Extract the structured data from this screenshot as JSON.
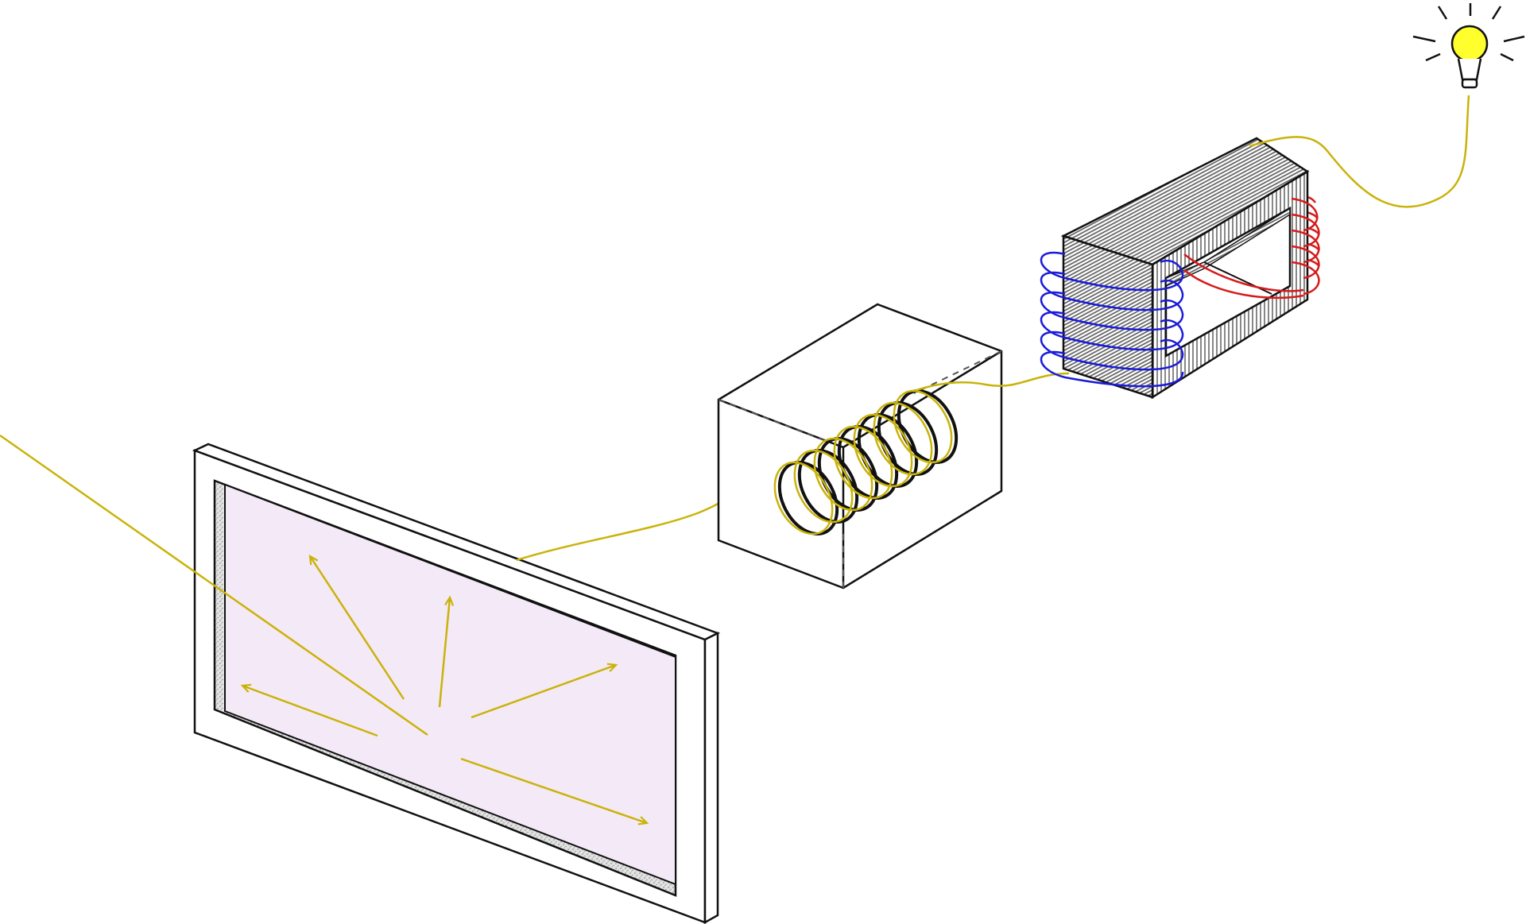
{
  "diagram": {
    "components": [
      {
        "id": "incident-light-ray",
        "kind": "ray"
      },
      {
        "id": "solar-panel",
        "kind": "panel",
        "glass_color": "#f4e9f6"
      },
      {
        "id": "solenoid-box",
        "kind": "box-with-coil"
      },
      {
        "id": "transformer-core",
        "kind": "laminated-core"
      },
      {
        "id": "primary-winding",
        "kind": "coil",
        "color": "#1a1adb"
      },
      {
        "id": "secondary-winding",
        "kind": "coil",
        "color": "#d61a1a"
      },
      {
        "id": "light-bulb",
        "kind": "bulb",
        "color": "#ffff2e"
      }
    ],
    "colors": {
      "wire": "#c9b30a",
      "outline": "#111111",
      "primary": "#1a1adb",
      "secondary": "#d61a1a",
      "bulb": "#ffff2e",
      "glass": "#f4e9f6"
    },
    "scattered_arrow_count": 6,
    "icons": [
      "light-bulb-icon"
    ]
  }
}
